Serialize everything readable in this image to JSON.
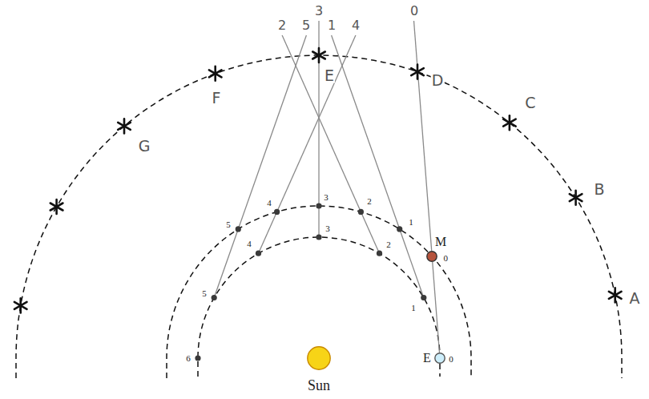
{
  "diagram": {
    "nodes": [
      {
        "text": [
          "M",
          "0"
        ]
      },
      {
        "text": [
          "Sun"
        ]
      },
      {
        "text": [
          "E",
          "0"
        ]
      }
    ],
    "edges": [
      {
        "from": 2,
        "to": 0,
        "arrow": "none"
      }
    ],
    "labels": [
      "A",
      "B",
      "C",
      "D",
      "E",
      "F",
      "G",
      "2",
      "5",
      "3",
      "1",
      "4",
      "0",
      "1",
      "2",
      "3",
      "4",
      "5",
      "1",
      "2",
      "3",
      "4",
      "5",
      "6"
    ]
  }
}
